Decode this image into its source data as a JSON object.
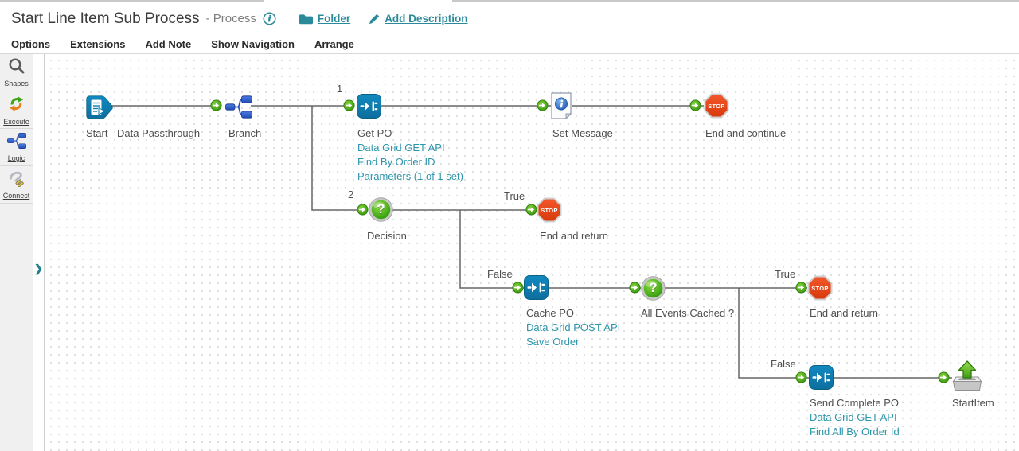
{
  "header": {
    "title": "Start Line Item Sub Process",
    "type_label": "- Process",
    "folder_link": "Folder",
    "add_description_link": "Add Description"
  },
  "menu": {
    "options": "Options",
    "extensions": "Extensions",
    "add_note": "Add Note",
    "show_navigation": "Show Navigation",
    "arrange": "Arrange"
  },
  "sidebar": {
    "shapes": "Shapes",
    "execute": "Execute",
    "logic": "Logic",
    "connect": "Connect"
  },
  "canvas": {
    "stop_sign_text": "STOP",
    "decision_glyph": "?",
    "edge_labels": {
      "branch_1": "1",
      "branch_2": "2",
      "decision_true": "True",
      "decision_false": "False",
      "cached_true": "True",
      "cached_false": "False"
    },
    "nodes": {
      "start": {
        "label": "Start - Data Passthrough"
      },
      "branch": {
        "label": "Branch"
      },
      "get_po": {
        "label": "Get PO",
        "sub1": "Data Grid GET API",
        "sub2": "Find By Order ID",
        "sub3": "Parameters (1 of 1 set)"
      },
      "set_message": {
        "label": "Set Message"
      },
      "end_continue": {
        "label": "End and continue"
      },
      "decision": {
        "label": "Decision"
      },
      "end_return_1": {
        "label": "End and return"
      },
      "cache_po": {
        "label": "Cache PO",
        "sub1": "Data Grid POST API",
        "sub2": "Save Order"
      },
      "all_events": {
        "label": "All Events Cached ?"
      },
      "end_return_2": {
        "label": "End and return"
      },
      "send_complete": {
        "label": "Send Complete PO",
        "sub1": "Data Grid GET API",
        "sub2": "Find All By Order Id"
      },
      "start_item": {
        "label": "StartItem"
      }
    }
  },
  "colors": {
    "accent_teal": "#2a8a99",
    "shape_blue": "#0e7fb2",
    "branch_blue": "#2f5fc8",
    "stop_red": "#e8481c",
    "port_green": "#52ab1d",
    "sublabel_teal": "#2d96ab"
  }
}
